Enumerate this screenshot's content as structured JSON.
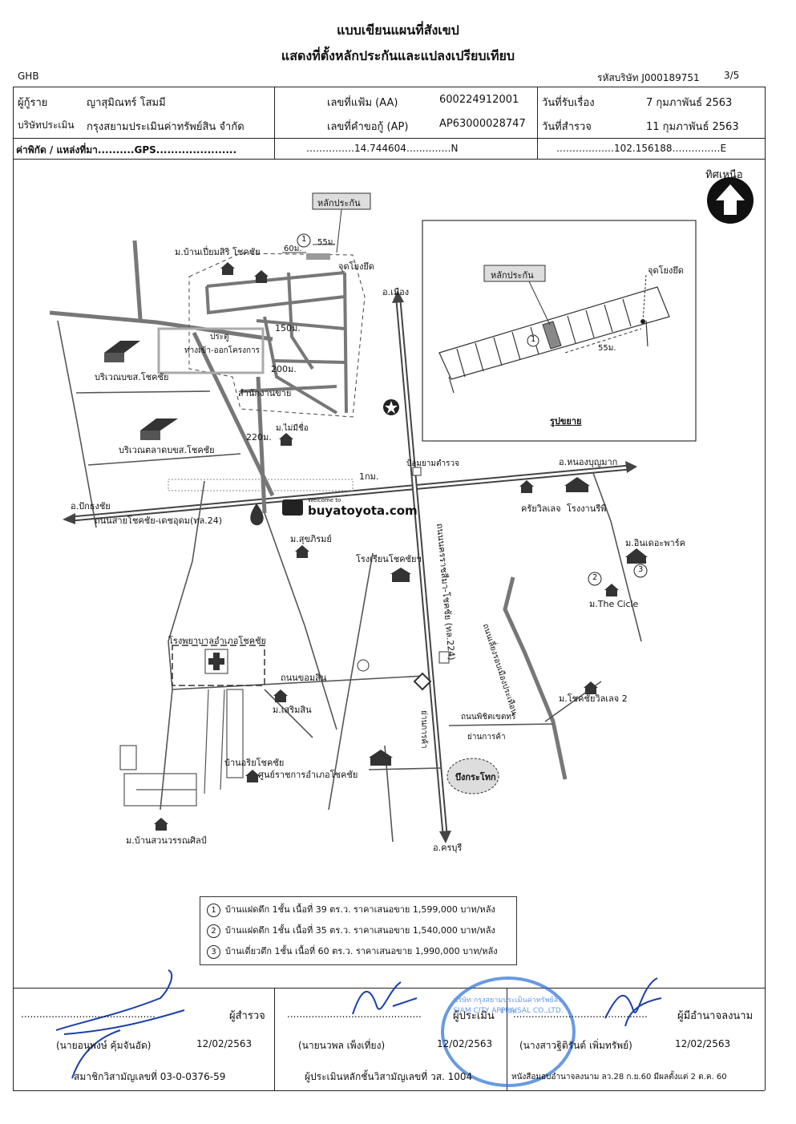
{
  "header": {
    "title": "แบบเขียนแผนที่สังเขป",
    "subtitle": "แสดงที่ตั้งหลักประกันและแปลงเปรียบเทียบ",
    "left_code": "GHB",
    "company_code": "รหัสบริษัท J000189751",
    "page": "3/5"
  },
  "info": {
    "borrower_label": "ผู้กู้ราย",
    "borrower": "ญาสุมิณทร์ โสมมี",
    "file_label": "เลขที่แฟ้ม (AA)",
    "file_no": "600224912001",
    "received_label": "วันที่รับเรื่อง",
    "received_date": "7 กุมภาพันธ์ 2563",
    "company_label": "บริษัทประเมิน",
    "company": "กรุงสยามประเมินค่าทรัพย์สิน จำกัด",
    "request_label": "เลขที่คำขอกู้ (AP)",
    "request_no": "AP63000028747",
    "survey_label": "วันที่สำรวจ",
    "survey_date": "11 กุมภาพันธ์ 2563",
    "coord_label": "ค่าพิกัด / แหล่งที่มา..........GPS......................",
    "lat": "……………14.744604…..………N",
    "lon": "………………102.156188……………E"
  },
  "map": {
    "north": "ทิศเหนือ",
    "collateral": "หลักประกัน",
    "village1": "ม.บ้านเปี่ยมสิริ โชคชัย",
    "dist_60": "60ม.",
    "dist_55": "55ม.",
    "ref_point": "จุดโยงยึด",
    "muang": "อ.เมือง",
    "dist_150": "150ม.",
    "gate": "ประตู",
    "gate2": "ทางเข้า-ออกโครงการ",
    "dist_200": "200ม.",
    "sales_office": "สำนักงานขาย",
    "area1": "บริเวณบขส.โชคชัย",
    "area2": "บริเวณตลาดบขส.โชคชัย",
    "dist_220": "220ม.",
    "village_mai": "ม.ไม่มีชื่อ",
    "dist_1km": "1กม.",
    "police": "ป้อมยามตำรวจ",
    "nong_bun": "อ.หนองบุญมาก",
    "pak_thong": "อ.ปักธงชัย",
    "main_road": "ถนนสายโชคชัย-เดชอุดม(ทล.24)",
    "toyota_welcome": "Welcome to",
    "toyota": "buyatoyota.com",
    "khachai": "ครัยวิลเลจ",
    "factory": "โรงงานรีพี",
    "suk": "ม.สุขภิรมย์",
    "school": "โรงเรียนโชคชัยฯ",
    "road224": "ถนนนครราชสีมา-โชคชัย (ทล.224)",
    "village_in": "ม.อินเดอะพาร์ค",
    "village_cicle": "ม.The Cicle",
    "hospital": "โรงพยาบาลอำเภอโชคชัย",
    "road_om": "ถนนขอมสิน",
    "village_sermsin": "ม.เสริมสิน",
    "road_rob": "ถนนเลี่ยงรอบเมืองประเทือน",
    "village_chok2": "ม.โชคชัยวิลเลจ 2",
    "road_phijit": "ถนนพิชิตเขตทร์",
    "shop_area": "ย่านการค้า",
    "market_area": "ย่านการค้า",
    "village_ari": "บ้านอริยโชคชัย",
    "gov_center": "ศูนย์ราชการอำเภอโชคชัย",
    "pond": "บึงกระโทก",
    "khon_buri": "อ.ครบุรี",
    "village_suan": "ม.บ้านสวนวรรณศิลป์",
    "inset_label": "รูปขยาย",
    "inset_dist": "55ม.",
    "marker1": "1",
    "marker2": "2",
    "marker3": "3"
  },
  "legend": [
    {
      "num": "1",
      "text": "บ้านแฝดตึก 1ชั้น เนื้อที่ 39 ตร.ว. ราคาเสนอขาย 1,599,000 บาท/หลัง"
    },
    {
      "num": "2",
      "text": "บ้านแฝดตึก 1ชั้น เนื้อที่ 35 ตร.ว. ราคาเสนอขาย 1,540,000 บาท/หลัง"
    },
    {
      "num": "3",
      "text": "บ้านเดี่ยวตึก 1ชั้น เนื้อที่ 60 ตร.ว. ราคาเสนอขาย 1,990,000 บาท/หลัง"
    }
  ],
  "signatures": {
    "s1_role": "ผู้สำรวจ",
    "s1_name": "(นายอนุพงษ์ คุ้มจันอัด)",
    "s1_date": "12/02/2563",
    "s1_member": "สมาชิกวิสามัญเลขที่ 03-0-0376-59",
    "s2_role": "ผู้ประเมิน",
    "s2_name": "(นายนวพล เพ็งเที่ยง)",
    "s2_date": "12/02/2563",
    "s2_member": "ผู้ประเมินหลักชั้นวิสามัญเลขที่ วส. 1004",
    "s3_role": "ผู้มีอำนาจลงนาม",
    "s3_name": "(นางสาวฐิติรันต์ เพิ่มทรัพย์)",
    "s3_date": "12/02/2563",
    "s3_auth": "หนังสือมอบอำนาจลงนาม ลว.28 ก.ย.60 มีผลตั้งแต่ 2 ต.ค. 60",
    "dots": "............................................",
    "stamp_text": "บริษัท กรุงสยามประเมินค่าทรัพย์สิน จำกัด",
    "stamp_en": "SIAM CITY APPRAISAL CO.,LTD."
  },
  "colors": {
    "line": "#222222",
    "stamp": "#2a6fd6",
    "signature": "#1b3fa8"
  }
}
